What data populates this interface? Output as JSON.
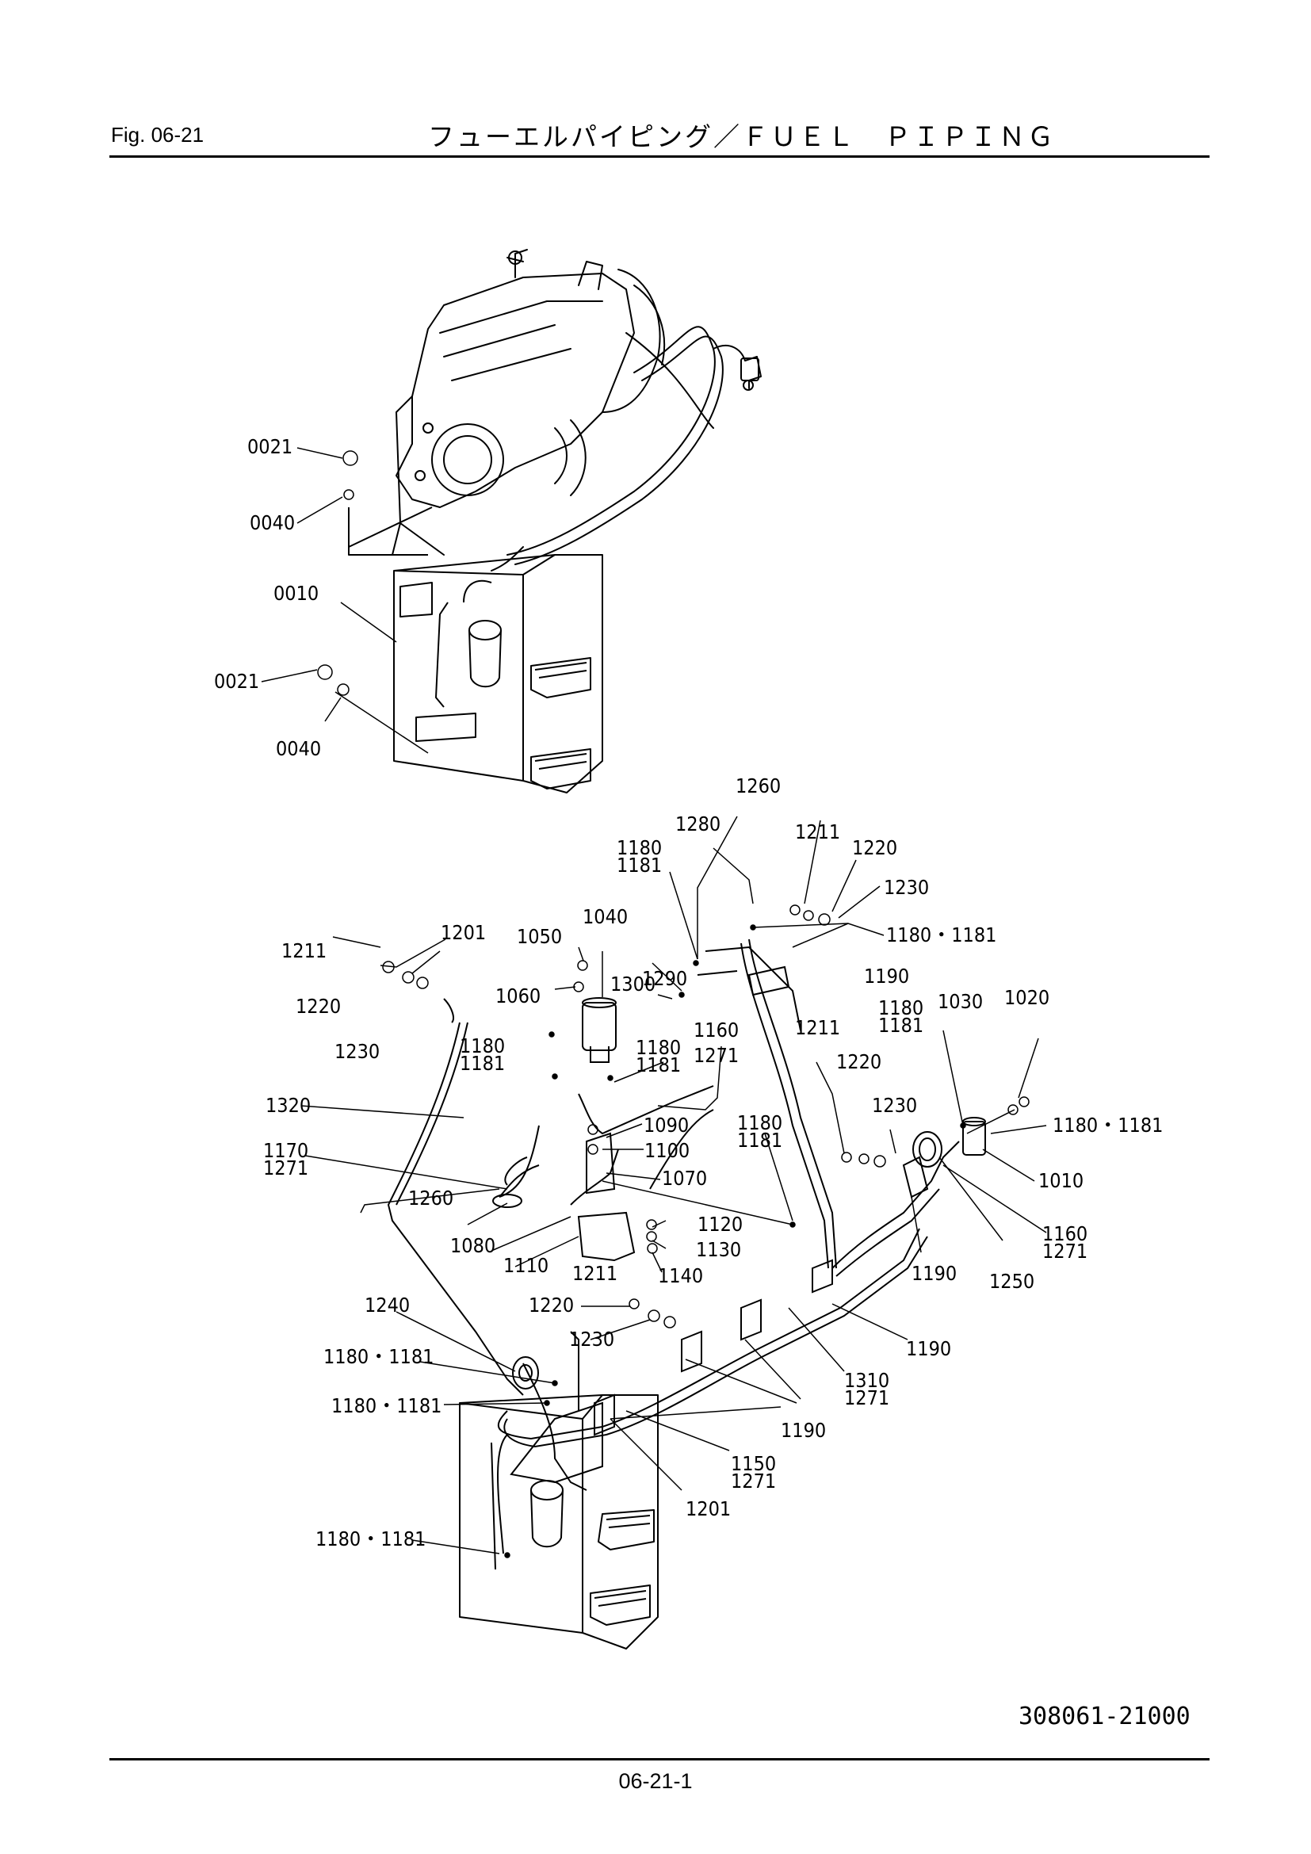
{
  "header": {
    "fig_label": "Fig.  06-21",
    "title": "フューエルパイピング／ＦＵＥＬ　ＰＩＰＩＮＧ"
  },
  "footer": {
    "page_number": "06-21-1"
  },
  "drawing_number": "308061-21000",
  "callouts": {
    "c0021a": "0021",
    "c0040a": "0040",
    "c0010": "0010",
    "c0021b": "0021",
    "c0040b": "0040",
    "c1260a": "1260",
    "c1280": "1280",
    "c1180a": "1180",
    "c1181a": "1181",
    "c1211a": "1211",
    "c1220a": "1220",
    "c1230a": "1230",
    "c11801181a": "1180・1181",
    "c1211b": "1211",
    "c1201a": "1201",
    "c1050": "1050",
    "c1040": "1040",
    "c1290": "1290",
    "c1190a": "1190",
    "c1220b": "1220",
    "c1060": "1060",
    "c1300": "1300",
    "c1160a": "1160",
    "c1211c": "1211",
    "c1180b": "1180",
    "c1181b": "1181",
    "c1030": "1030",
    "c1020": "1020",
    "c1230b": "1230",
    "c1180c": "1180",
    "c1181c": "1181",
    "c1180d": "1180",
    "c1181d": "1181",
    "c1271a": "1271",
    "c1220c": "1220",
    "c1230c": "1230",
    "c11801181b": "1180・1181",
    "c1320": "1320",
    "c1090": "1090",
    "c1180e": "1180",
    "c1181e": "1181",
    "c1170": "1170",
    "c1271b": "1271",
    "c1100": "1100",
    "c1010": "1010",
    "c1260b": "1260",
    "c1070": "1070",
    "c1120": "1120",
    "c1080": "1080",
    "c1130": "1130",
    "c1160b": "1160",
    "c1271c": "1271",
    "c1110": "1110",
    "c1211d": "1211",
    "c1140": "1140",
    "c1190b": "1190",
    "c1250": "1250",
    "c1240": "1240",
    "c1220d": "1220",
    "c1230d": "1230",
    "c11801181c": "1180・1181",
    "c1190c": "1190",
    "c1310": "1310",
    "c1271d": "1271",
    "c11801181d": "1180・1181",
    "c1190d": "1190",
    "c1150": "1150",
    "c1271e": "1271",
    "c1201b": "1201",
    "c11801181e": "1180・1181"
  }
}
